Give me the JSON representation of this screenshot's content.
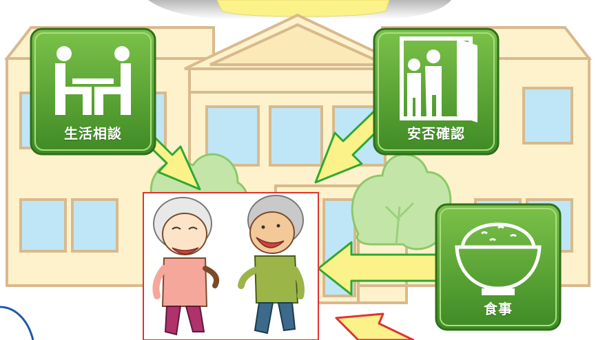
{
  "services": {
    "consultation": {
      "label": "生活相談",
      "icon": "consultation-icon"
    },
    "safety_check": {
      "label": "安否確認",
      "icon": "door-visit-icon"
    },
    "meals": {
      "label": "食事",
      "icon": "rice-bowl-icon"
    }
  },
  "colors": {
    "tile_green": "#4a9a2c",
    "tile_green_light": "#7cc24a",
    "building_cream": "#fdf2cc",
    "building_outline": "#d9b98c",
    "window_blue": "#bfe6f6",
    "tree_green": "#a9d98b",
    "arrow_yellow": "#fbf28a",
    "arrow_outline": "#2fa82f",
    "frame_red": "#e0322f",
    "halo_blue": "#1e58a8"
  }
}
